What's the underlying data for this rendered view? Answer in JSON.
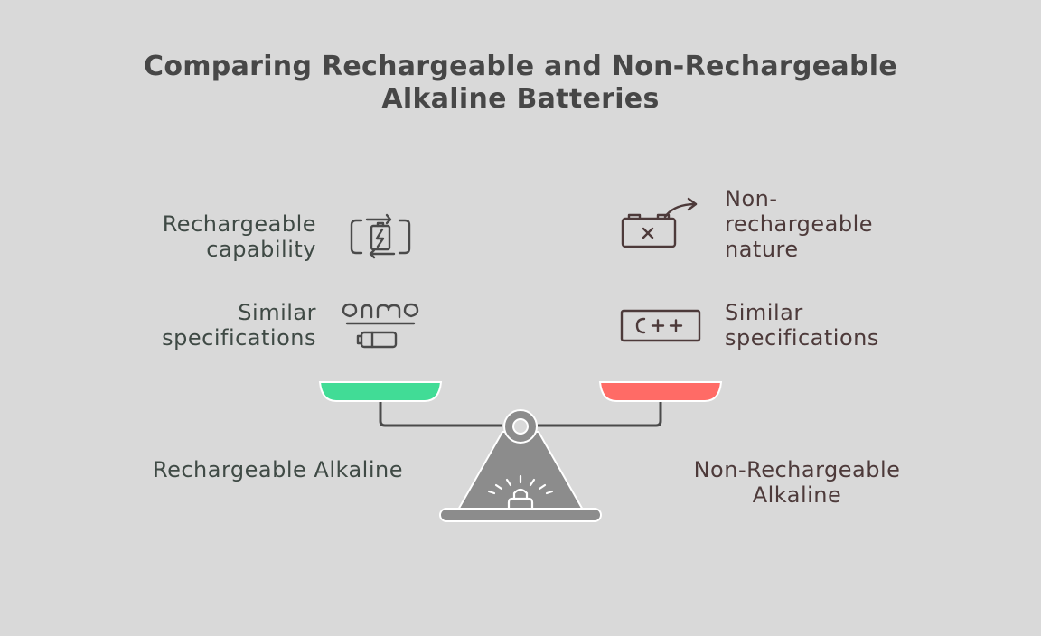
{
  "title": {
    "line1": "Comparing Rechargeable and Non-Rechargeable",
    "line2": "Alkaline Batteries"
  },
  "left": {
    "features": [
      {
        "lines": [
          "Rechargeable",
          "capability"
        ],
        "icon": "battery-recharge-icon"
      },
      {
        "lines": [
          "Similar",
          "specifications"
        ],
        "icon": "battery-specs-icon"
      }
    ],
    "side_label": "Rechargeable Alkaline",
    "pan_color": "#41dc96"
  },
  "right": {
    "features": [
      {
        "lines": [
          "Non-",
          "rechargeable",
          "nature"
        ],
        "icon": "battery-disposal-icon"
      },
      {
        "lines": [
          "Similar",
          "specifications"
        ],
        "icon": "c-plus-plus-battery-icon"
      }
    ],
    "side_label_lines": [
      "Non-Rechargeable",
      "Alkaline"
    ],
    "pan_color": "#ff6b66"
  },
  "colors": {
    "background": "#d9d9d9",
    "outline": "#4a4a4a",
    "fulcrum": "#8c8c8c"
  }
}
